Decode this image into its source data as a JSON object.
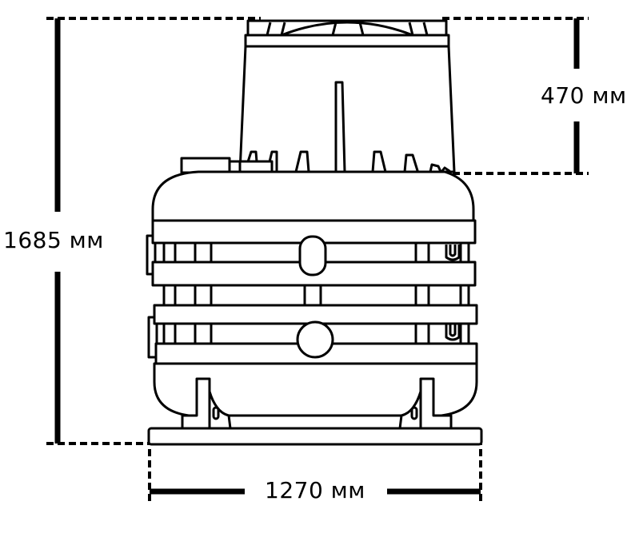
{
  "diagram": {
    "subject": "septic-tank-side-view",
    "line_color": "#000000",
    "background": "#ffffff"
  },
  "dimensions": {
    "total_height": "1685 мм",
    "neck_height": "470 мм",
    "base_width": "1270 мм"
  }
}
